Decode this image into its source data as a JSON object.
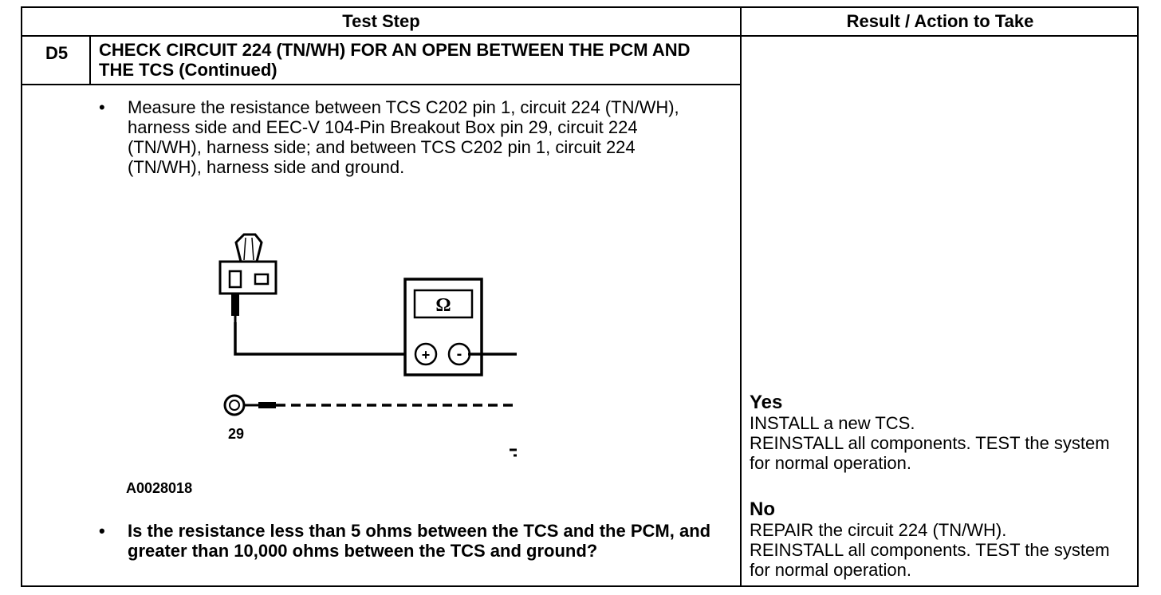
{
  "table": {
    "header_step": "Test Step",
    "header_result": "Result / Action to Take"
  },
  "step": {
    "id": "D5",
    "title": "CHECK CIRCUIT 224 (TN/WH) FOR AN OPEN BETWEEN THE PCM AND THE TCS (Continued)",
    "bullet_marker": "•",
    "instruction": "Measure the resistance between TCS C202 pin 1, circuit 224 (TN/WH), harness side and EEC-V 104-Pin Breakout Box pin 29, circuit 224 (TN/WH), harness side; and between TCS C202 pin 1, circuit 224 (TN/WH), harness side and ground.",
    "question": "Is the resistance less than 5 ohms between the TCS and the PCM, and greater than 10,000 ohms between the TCS and ground?"
  },
  "figure": {
    "meter_symbol": "Ω",
    "plus": "+",
    "minus": "-",
    "pin_label": "29",
    "figure_id": "A0028018"
  },
  "results": {
    "yes_label": "Yes",
    "yes_action": "INSTALL a new TCS.\nREINSTALL all components. TEST the system for normal operation.",
    "no_label": "No",
    "no_action": "REPAIR the circuit 224 (TN/WH).\nREINSTALL all components. TEST the system for normal operation."
  }
}
